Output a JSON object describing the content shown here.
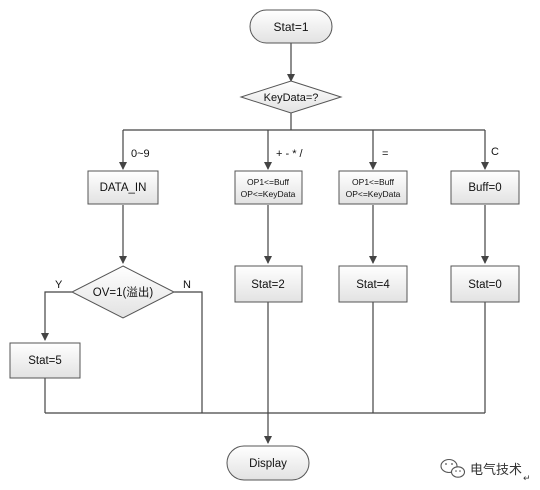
{
  "nodes": {
    "start": "Stat=1",
    "decision_key": "KeyData=?",
    "data_in": "DATA_IN",
    "op1_line1": "OP1<=Buff",
    "op1_line2": "OP<=KeyData",
    "op2_line1": "OP1<=Buff",
    "op2_line2": "OP<=KeyData",
    "buff0": "Buff=0",
    "decision_ov": "OV=1(溢出)",
    "stat2": "Stat=2",
    "stat4": "Stat=4",
    "stat0": "Stat=0",
    "stat5": "Stat=5",
    "display": "Display"
  },
  "edges": {
    "digits": "0~9",
    "ops": "+ - * /",
    "equals": "=",
    "clear": "C",
    "yes": "Y",
    "no": "N"
  },
  "watermark": {
    "text": "电气技术",
    "icon": "wechat-icon"
  },
  "colors": {
    "box_fill_top": "#ffffff",
    "box_fill_bottom": "#e3e3e3",
    "stroke": "#555555",
    "line": "#444444"
  }
}
